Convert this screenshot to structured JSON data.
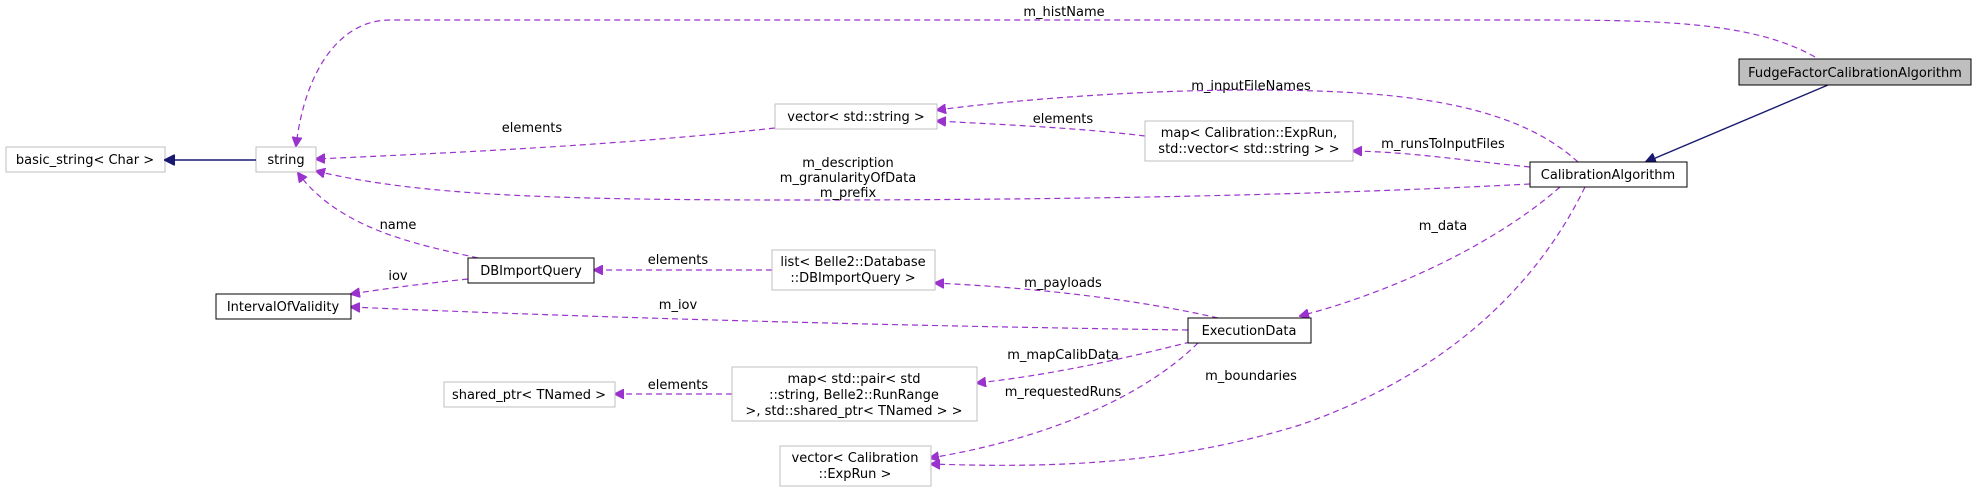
{
  "diagram": {
    "colors": {
      "usage_edge": "#9a32cd",
      "inheritance_edge": "#191970",
      "focus_fill": "#bfbfbf"
    },
    "nodes": {
      "fudge": "FudgeFactorCalibrationAlgorithm",
      "calib": "CalibrationAlgorithm",
      "string": "string",
      "basic_string": "basic_string< Char >",
      "vector_string": "vector< std::string >",
      "map_exprun": [
        "map< Calibration::ExpRun,",
        "std::vector< std::string > >"
      ],
      "dbimportquery": "DBImportQuery",
      "interval": "IntervalOfValidity",
      "list_db": [
        "list< Belle2::Database",
        "::DBImportQuery >"
      ],
      "execdata": "ExecutionData",
      "shared_ptr": "shared_ptr< TNamed >",
      "map_pair": [
        "map< std::pair< std",
        "::string, Belle2::RunRange",
        " >, std::shared_ptr< TNamed > >"
      ],
      "vector_exprun": [
        "vector< Calibration",
        "::ExpRun >"
      ]
    },
    "edge_labels": {
      "hist_name": "m_histName",
      "input_file_names": "m_inputFileNames",
      "elements_vector_string": "elements",
      "elements_map_exprun": "elements",
      "runs_to_input_files": "m_runsToInputFiles",
      "description_group": [
        "m_description",
        "m_granularityOfData",
        "m_prefix"
      ],
      "name": "name",
      "iov": "iov",
      "elements_list": "elements",
      "payloads": "m_payloads",
      "data": "m_data",
      "m_iov": "m_iov",
      "map_calib_data": "m_mapCalibData",
      "elements_shared": "elements",
      "requested_runs": "m_requestedRuns",
      "boundaries": "m_boundaries"
    }
  }
}
